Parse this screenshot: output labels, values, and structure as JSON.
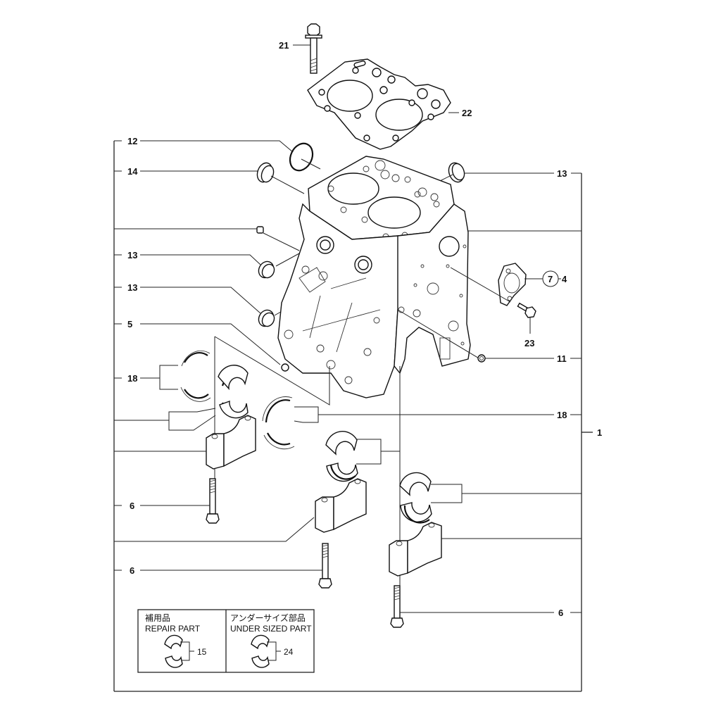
{
  "diagram": {
    "title": "Cylinder Block exploded parts view",
    "callouts": {
      "c21": "21",
      "c22": "22",
      "c12": "12",
      "c14": "14",
      "c13_top_right": "13",
      "c13_left_a": "13",
      "c13_left_b": "13",
      "c5": "5",
      "c7": "7",
      "c4": "4",
      "c23": "23",
      "c11": "11",
      "c18_left": "18",
      "c18_right": "18",
      "c1": "1",
      "c6_left_a": "6",
      "c6_left_b": "6",
      "c6_right": "6"
    },
    "legend": {
      "repair": {
        "title_jp": "補用品",
        "title_en": "REPAIR PART",
        "callout": "15"
      },
      "undersized": {
        "title_jp": "アンダーサイズ部品",
        "title_en": "UNDER SIZED PART",
        "callout": "24"
      }
    }
  }
}
